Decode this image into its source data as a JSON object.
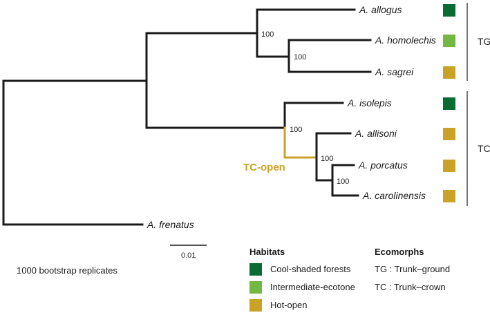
{
  "taxa": [
    {
      "name": "A. allogus",
      "habitat": "cool"
    },
    {
      "name": "A. homolechis",
      "habitat": "intermediate"
    },
    {
      "name": "A. sagrei",
      "habitat": "hot"
    },
    {
      "name": "A. isolepis",
      "habitat": "cool"
    },
    {
      "name": "A. allisoni",
      "habitat": "hot"
    },
    {
      "name": "A. porcatus",
      "habitat": "hot"
    },
    {
      "name": "A. carolinensis",
      "habitat": "hot"
    },
    {
      "name": "A. frenatus",
      "habitat": null
    }
  ],
  "bootstrap": [
    "100",
    "100",
    "100",
    "100",
    "100"
  ],
  "clades": [
    {
      "label": "TG"
    },
    {
      "label": "TC"
    }
  ],
  "highlight_label": "TC-open",
  "scale_bar": {
    "label": "0.01"
  },
  "habitats": {
    "title": "Habitats",
    "items": [
      {
        "key": "cool",
        "label": "Cool-shaded forests",
        "color": "#0b6b34"
      },
      {
        "key": "intermediate",
        "label": "Intermediate-ecotone",
        "color": "#72b843"
      },
      {
        "key": "hot",
        "label": "Hot-open",
        "color": "#c9a227"
      }
    ]
  },
  "ecomorphs": {
    "title": "Ecomorphs",
    "items": [
      {
        "label": "TG : Trunk–ground"
      },
      {
        "label": "TC : Trunk–crown"
      }
    ]
  },
  "note": "1000 bootstrap replicates",
  "colors": {
    "branch": "#1a1a1a",
    "highlight": "#c9a227"
  }
}
